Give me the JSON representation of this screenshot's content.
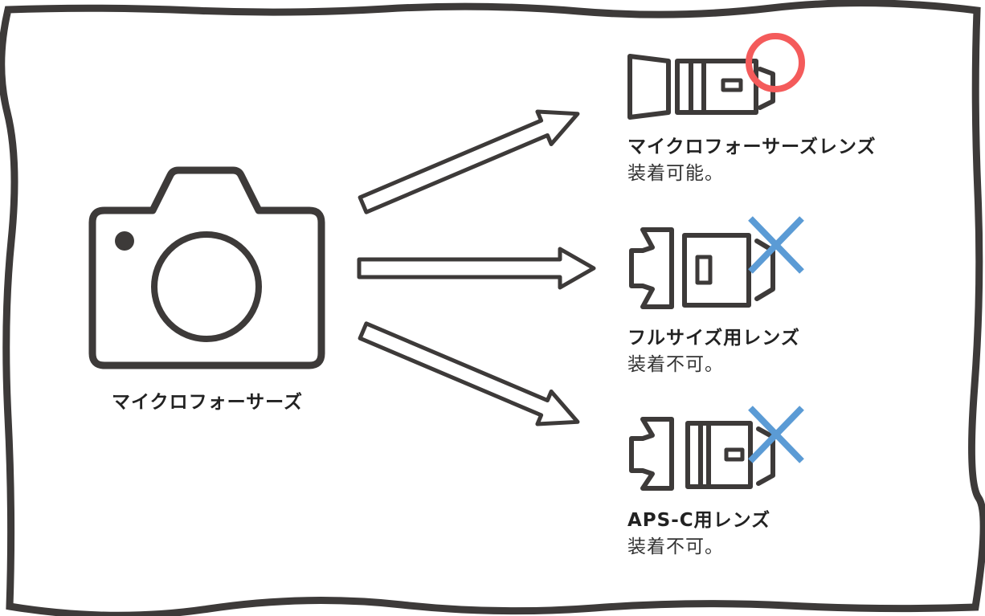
{
  "camera": {
    "label": "マイクロフォーサーズ"
  },
  "lenses": [
    {
      "name": "マイクロフォーサーズレンズ",
      "status": "装着可能。",
      "mark": "circle",
      "mark_color": "#f45b5b"
    },
    {
      "name": "フルサイズ用レンズ",
      "status": "装着不可。",
      "mark": "cross",
      "mark_color": "#5b9bd5"
    },
    {
      "name": "APS-C用レンズ",
      "status": "装着不可。",
      "mark": "cross",
      "mark_color": "#5b9bd5"
    }
  ],
  "colors": {
    "line": "#3d3a39",
    "ok": "#f45b5b",
    "ng": "#5b9bd5"
  }
}
